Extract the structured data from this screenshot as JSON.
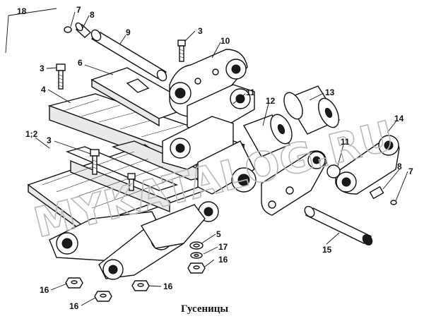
{
  "figure": {
    "caption": "Гусеницы",
    "watermark": "MYKATALOG.RU"
  },
  "callouts": [
    {
      "id": "c18",
      "label": "18"
    },
    {
      "id": "c7a",
      "label": "7"
    },
    {
      "id": "c8a",
      "label": "8"
    },
    {
      "id": "c9",
      "label": "9"
    },
    {
      "id": "c3a",
      "label": "3"
    },
    {
      "id": "c10",
      "label": "10"
    },
    {
      "id": "c3b",
      "label": "3"
    },
    {
      "id": "c6",
      "label": "6"
    },
    {
      "id": "c4",
      "label": "4"
    },
    {
      "id": "c11a",
      "label": "11"
    },
    {
      "id": "c13",
      "label": "13"
    },
    {
      "id": "c12",
      "label": "12"
    },
    {
      "id": "c14",
      "label": "14"
    },
    {
      "id": "c12b",
      "label": "1;2"
    },
    {
      "id": "c3c",
      "label": "3"
    },
    {
      "id": "c11b",
      "label": "11"
    },
    {
      "id": "c8b",
      "label": "8"
    },
    {
      "id": "c7b",
      "label": "7"
    },
    {
      "id": "c5",
      "label": "5"
    },
    {
      "id": "c17",
      "label": "17"
    },
    {
      "id": "c16a",
      "label": "16"
    },
    {
      "id": "c15",
      "label": "15"
    },
    {
      "id": "c16b",
      "label": "16"
    },
    {
      "id": "c16c",
      "label": "16"
    },
    {
      "id": "c16d",
      "label": "16"
    }
  ]
}
